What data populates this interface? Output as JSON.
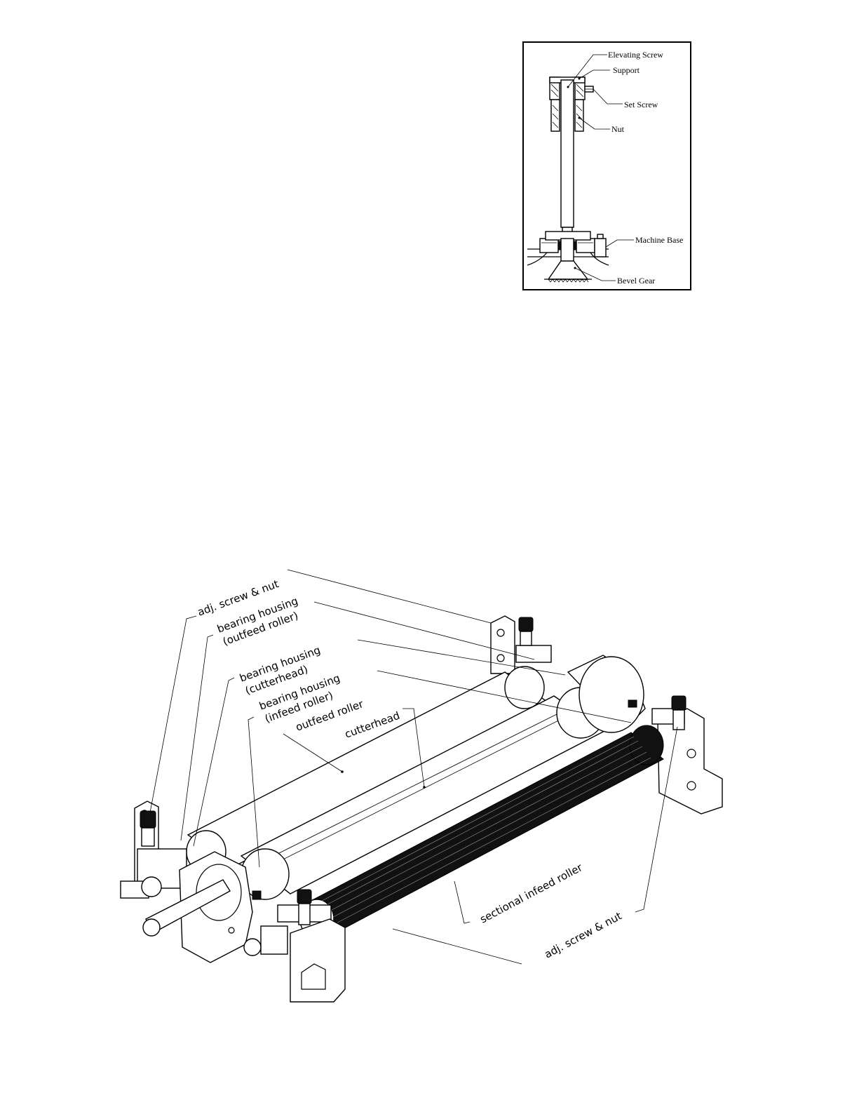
{
  "elevating_screw_diagram": {
    "labels": {
      "elevating_screw": "Elevating Screw",
      "support": "Support",
      "set_screw": "Set Screw",
      "nut": "Nut",
      "machine_base": "Machine Base",
      "bevel_gear": "Bevel Gear"
    }
  },
  "roller_assembly_diagram": {
    "labels": {
      "adj_screw_nut_top": "adj. screw & nut",
      "bearing_housing_outfeed_1": "bearing housing",
      "bearing_housing_outfeed_2": "(outfeed roller)",
      "bearing_housing_cutterhead_1": "bearing housing",
      "bearing_housing_cutterhead_2": "(cutterhead)",
      "bearing_housing_infeed_1": "bearing housing",
      "bearing_housing_infeed_2": "(infeed roller)",
      "outfeed_roller": "outfeed roller",
      "cutterhead": "cutterhead",
      "sectional_infeed_roller": "sectional infeed roller",
      "adj_screw_nut_bottom": "adj. screw & nut"
    }
  }
}
